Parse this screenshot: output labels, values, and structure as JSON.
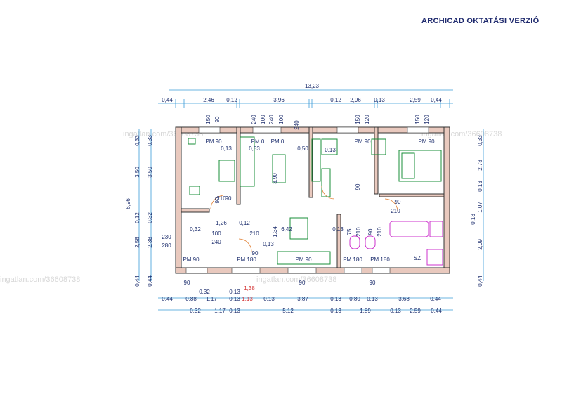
{
  "title": "ARCHICAD OKTATÁSI VERZIÓ",
  "watermark": "ingatlan.com/36608738",
  "colors": {
    "dim_line": "#3a9bd8",
    "dim_text": "#1e2f6e",
    "wall": "#c58a7c",
    "wall_line": "#333333",
    "furniture": "#1a8f3a",
    "accent": "#d43434",
    "bath": "#cc33cc"
  },
  "dimensions": {
    "overall_width": "13,23",
    "top_row": [
      "0,44",
      "2,46",
      "0,12",
      "3,96",
      "0,12",
      "2,96",
      "0,13",
      "2,59",
      "0,44"
    ],
    "bottom_row_1": [
      "0,44",
      "0,88",
      "1,17",
      "0,13",
      "1,13",
      "0,13",
      "3,87",
      "0,13",
      "0,80",
      "0,13",
      "3,68",
      "0,44"
    ],
    "bottom_row_2": [
      "0,32",
      "1,17",
      "0,13",
      "5,12",
      "0,13",
      "1,89",
      "0,13",
      "2,59",
      "0,44"
    ],
    "bottom_extra": [
      "0,32",
      "0,13",
      "1,38"
    ],
    "left_outer": [
      "6,96"
    ],
    "left_inner": [
      "0,33",
      "3,50",
      "0,12",
      "2,58",
      "0,44"
    ],
    "left_inner_2": [
      "0,33",
      "3,50",
      "0,32",
      "2,38",
      "0,44"
    ],
    "right_side": [
      "0,33",
      "2,78",
      "0,13",
      "1,07",
      "2,09",
      "0,44"
    ],
    "right_extra": "0,13",
    "door_heights": [
      "150",
      "90",
      "240",
      "100",
      "240",
      "100",
      "240",
      "150",
      "120",
      "150",
      "120",
      "90",
      "90",
      "75",
      "210",
      "90",
      "210"
    ]
  },
  "labels": {
    "pm": [
      "PM 90",
      "PM 0",
      "PM 0",
      "PM 90",
      "PM 90",
      "PM 90",
      "PM 180",
      "PM 90",
      "PM 180",
      "PM 180"
    ],
    "levels": [
      "0,13",
      "0,53",
      "0,50",
      "0,13",
      "0,13",
      "6,42",
      "0,13",
      "0,32",
      "0,12",
      "1,26"
    ],
    "room_h": [
      "3,90",
      "1,34"
    ],
    "misc": [
      "230",
      "280",
      "100",
      "240",
      "210",
      "90",
      "90",
      "210",
      "210",
      "90",
      "90",
      "90",
      "90",
      "SZ"
    ]
  }
}
